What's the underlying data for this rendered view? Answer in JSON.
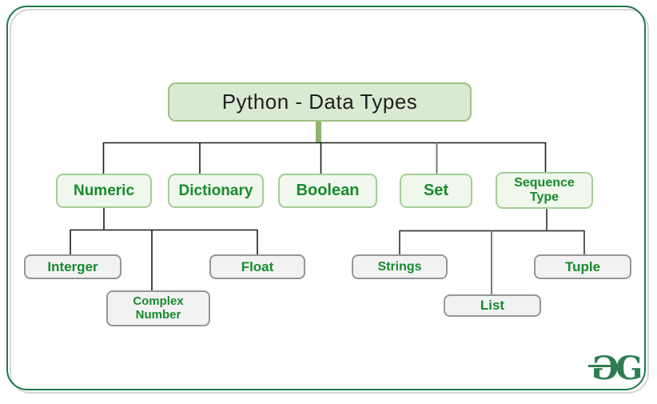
{
  "diagram": {
    "root_node": {
      "label": "Python - Data Types"
    },
    "categories": {
      "numeric": {
        "label": "Numeric"
      },
      "dictionary": {
        "label": "Dictionary"
      },
      "boolean": {
        "label": "Boolean"
      },
      "set": {
        "label": "Set"
      },
      "sequence_type": {
        "label": "Sequence Type"
      }
    },
    "numeric_children": {
      "interger": {
        "label": "Interger"
      },
      "complex_number": {
        "label": "Complex Number"
      },
      "float": {
        "label": "Float"
      }
    },
    "sequence_children": {
      "strings": {
        "label": "Strings"
      },
      "list": {
        "label": "List"
      },
      "tuple": {
        "label": "Tuple"
      }
    }
  },
  "logo": {
    "left_glyph": "G",
    "right_glyph": "G"
  },
  "colors": {
    "frame_green": "#20784e",
    "frame_shadow_gray": "#d6d6d6",
    "root_fill": "#d9ead3",
    "root_border": "#9cc183",
    "category_fill": "#f0f8ed",
    "category_border": "#a5cd97",
    "label_green": "#188a2d",
    "leaf_fill": "#f2f2f2",
    "leaf_border": "#969696",
    "connector_dark": "#1a1a1a",
    "connector_gray": "#6b6b6b",
    "root_stub_green": "#8fb271",
    "logo_green": "#2e7d50"
  }
}
